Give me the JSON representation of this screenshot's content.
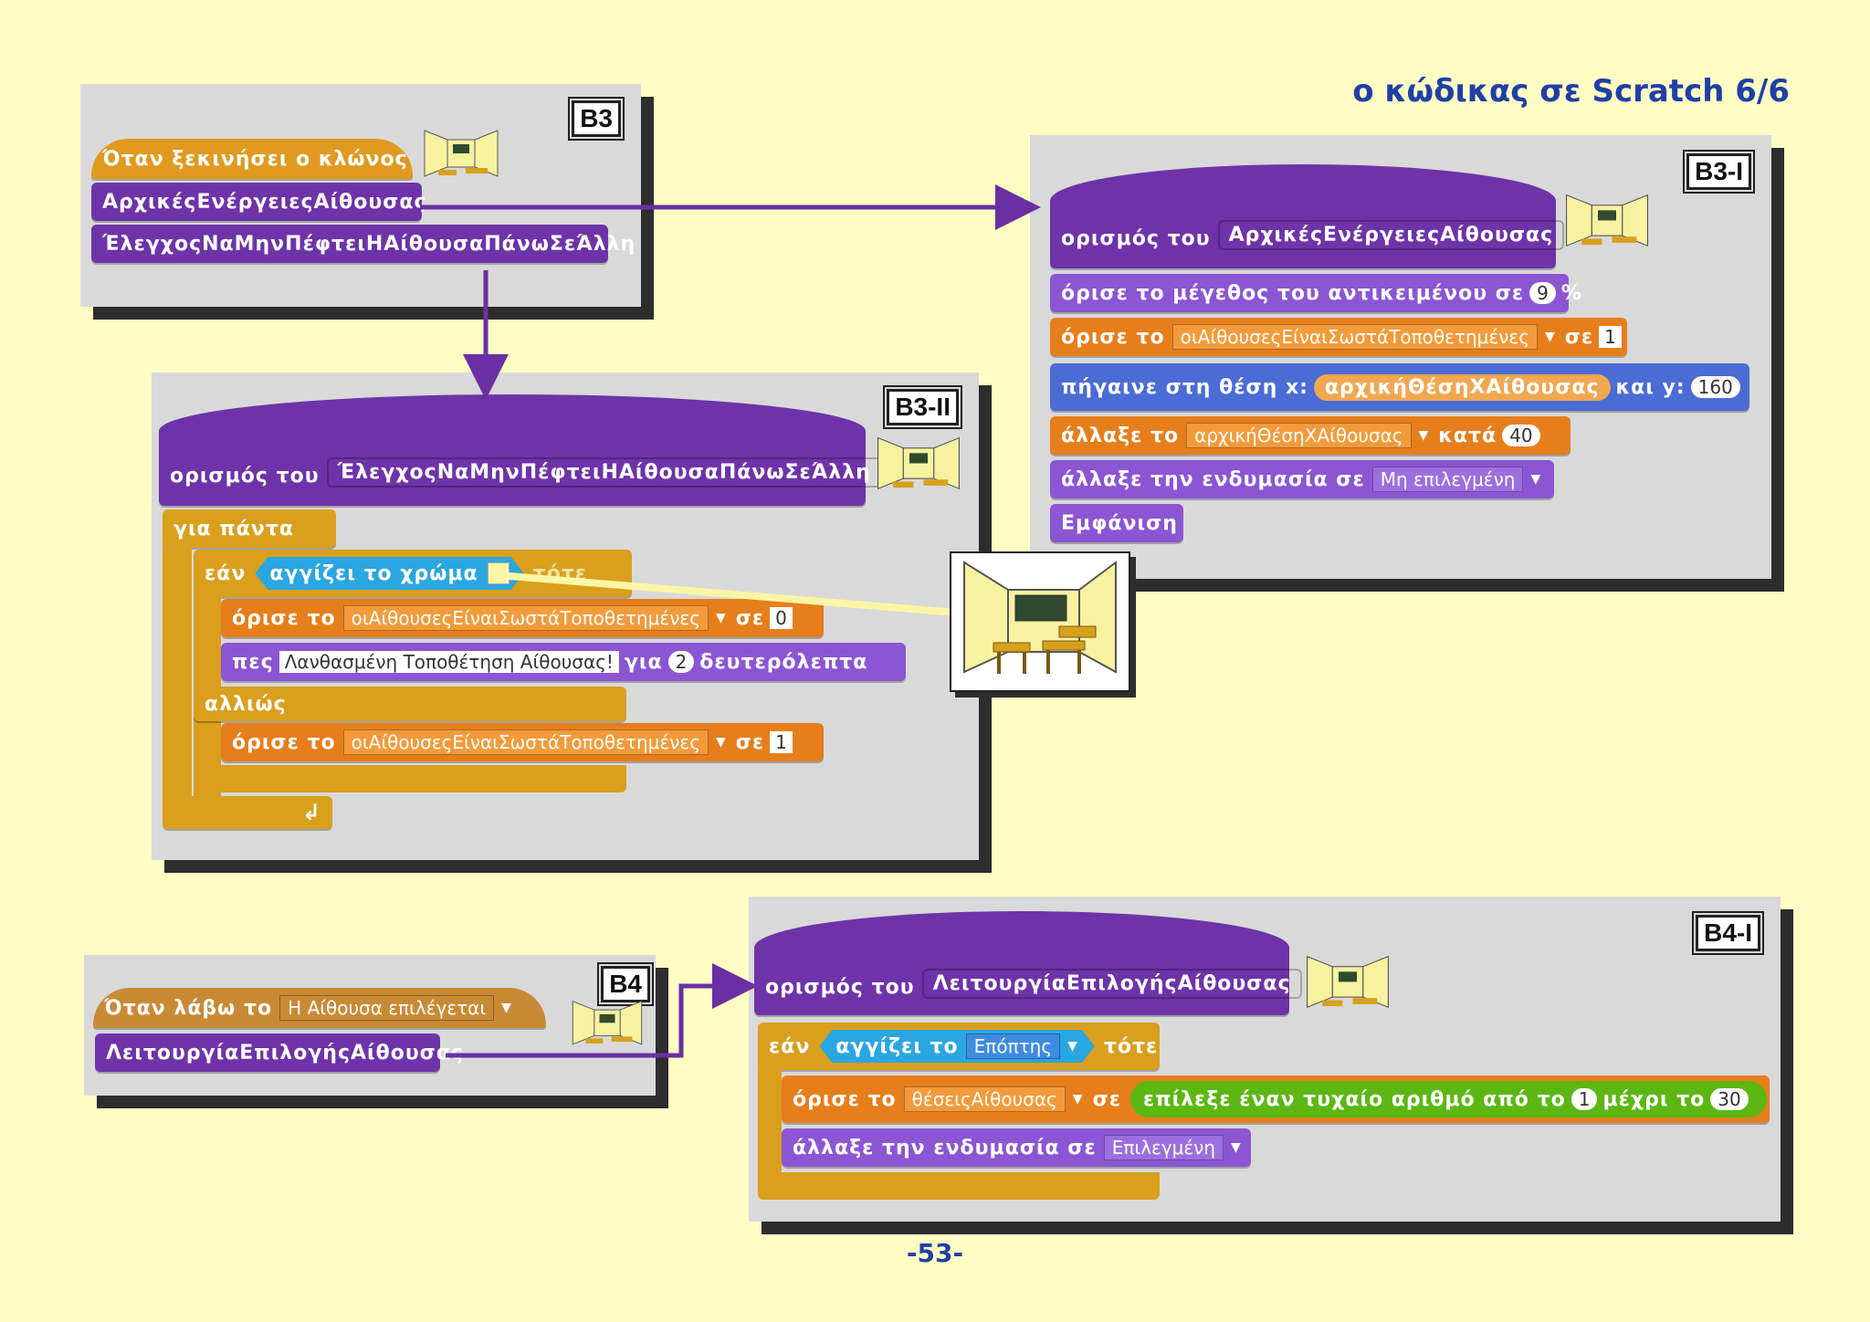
{
  "page": {
    "title": "ο κώδικας σε Scratch 6/6",
    "page_number": "-53-"
  },
  "b3": {
    "tag": "B3",
    "hat": "Όταν ξεκινήσει ο κλώνος",
    "block1": "ΑρχικέςΕνέργειεςΑίθουσας",
    "block2": "ΈλεγχοςΝαΜηνΠέφτειΗΑίθουσαΠάνωΣεΆλλη"
  },
  "b3_1": {
    "tag": "B3-I",
    "define_label": "ορισμός του",
    "define_name": "ΑρχικέςΕνέργειεςΑίθουσας",
    "size_prefix": "όρισε το μέγεθος του αντικειμένου σε",
    "size_value": "9",
    "size_suffix": "%",
    "set_prefix": "όρισε το",
    "set_var": "οιΑίθουσεςΕίναιΣωστάΤοποθετημένες",
    "set_to": "σε",
    "set_value": "1",
    "goto_prefix": "πήγαινε στη θέση x:",
    "goto_x": "αρχικήΘέσηΧΑίθουσας",
    "goto_y_label": "και y:",
    "goto_y": "160",
    "change_prefix": "άλλαξε το",
    "change_var": "αρχικήΘέσηΧΑίθουσας",
    "change_by": "κατά",
    "change_value": "40",
    "costume_prefix": "άλλαξε την ενδυμασία σε",
    "costume_value": "Μη επιλεγμένη",
    "show": "Εμφάνιση"
  },
  "b3_2": {
    "tag": "B3-II",
    "define_label": "ορισμός του",
    "define_name": "ΈλεγχοςΝαΜηνΠέφτειΗΑίθουσαΠάνωΣεΆλλη",
    "forever": "για πάντα",
    "if_label": "εάν",
    "touch_color": "αγγίζει το χρώμα",
    "then_label": "τότε",
    "set1_prefix": "όρισε το",
    "set1_var": "οιΑίθουσεςΕίναιΣωστάΤοποθετημένες",
    "set1_to": "σε",
    "set1_value": "0",
    "say_prefix": "πες",
    "say_text": "Λανθασμένη Τοποθέτηση Αίθουσας!",
    "say_for": "για",
    "say_secs": "2",
    "say_unit": "δευτερόλεπτα",
    "else_label": "αλλιώς",
    "set2_prefix": "όρισε το",
    "set2_var": "οιΑίθουσεςΕίναιΣωστάΤοποθετημένες",
    "set2_to": "σε",
    "set2_value": "1",
    "loop_arrow": "↲"
  },
  "b4": {
    "tag": "B4",
    "hat_prefix": "Όταν λάβω το",
    "hat_msg": "Η Αίθουσα επιλέγεται",
    "block1": "ΛειτουργίαΕπιλογήςΑίθουσας"
  },
  "b4_1": {
    "tag": "B4-I",
    "define_label": "ορισμός του",
    "define_name": "ΛειτουργίαΕπιλογήςΑίθουσας",
    "if_label": "εάν",
    "touch_label": "αγγίζει το",
    "touch_target": "Επόπτης",
    "then_label": "τότε",
    "set_prefix": "όρισε το",
    "set_var": "θέσειςΑίθουσας",
    "set_to": "σε",
    "rand_label": "επίλεξε έναν τυχαίο αριθμό από το",
    "rand_from": "1",
    "rand_to_label": "μέχρι το",
    "rand_to": "30",
    "costume_prefix": "άλλαξε την ενδυμασία σε",
    "costume_value": "Επιλεγμένη"
  },
  "colors": {
    "background": "#fffdc4",
    "title": "#1f3fa8",
    "more_blocks": "#6e33a8",
    "looks": "#8b55d4",
    "data": "#e67e1b",
    "control": "#d99f1d",
    "motion": "#4a6cd4",
    "sensing": "#2aa6e0",
    "operators": "#5cb712",
    "events": "#b5741a"
  }
}
